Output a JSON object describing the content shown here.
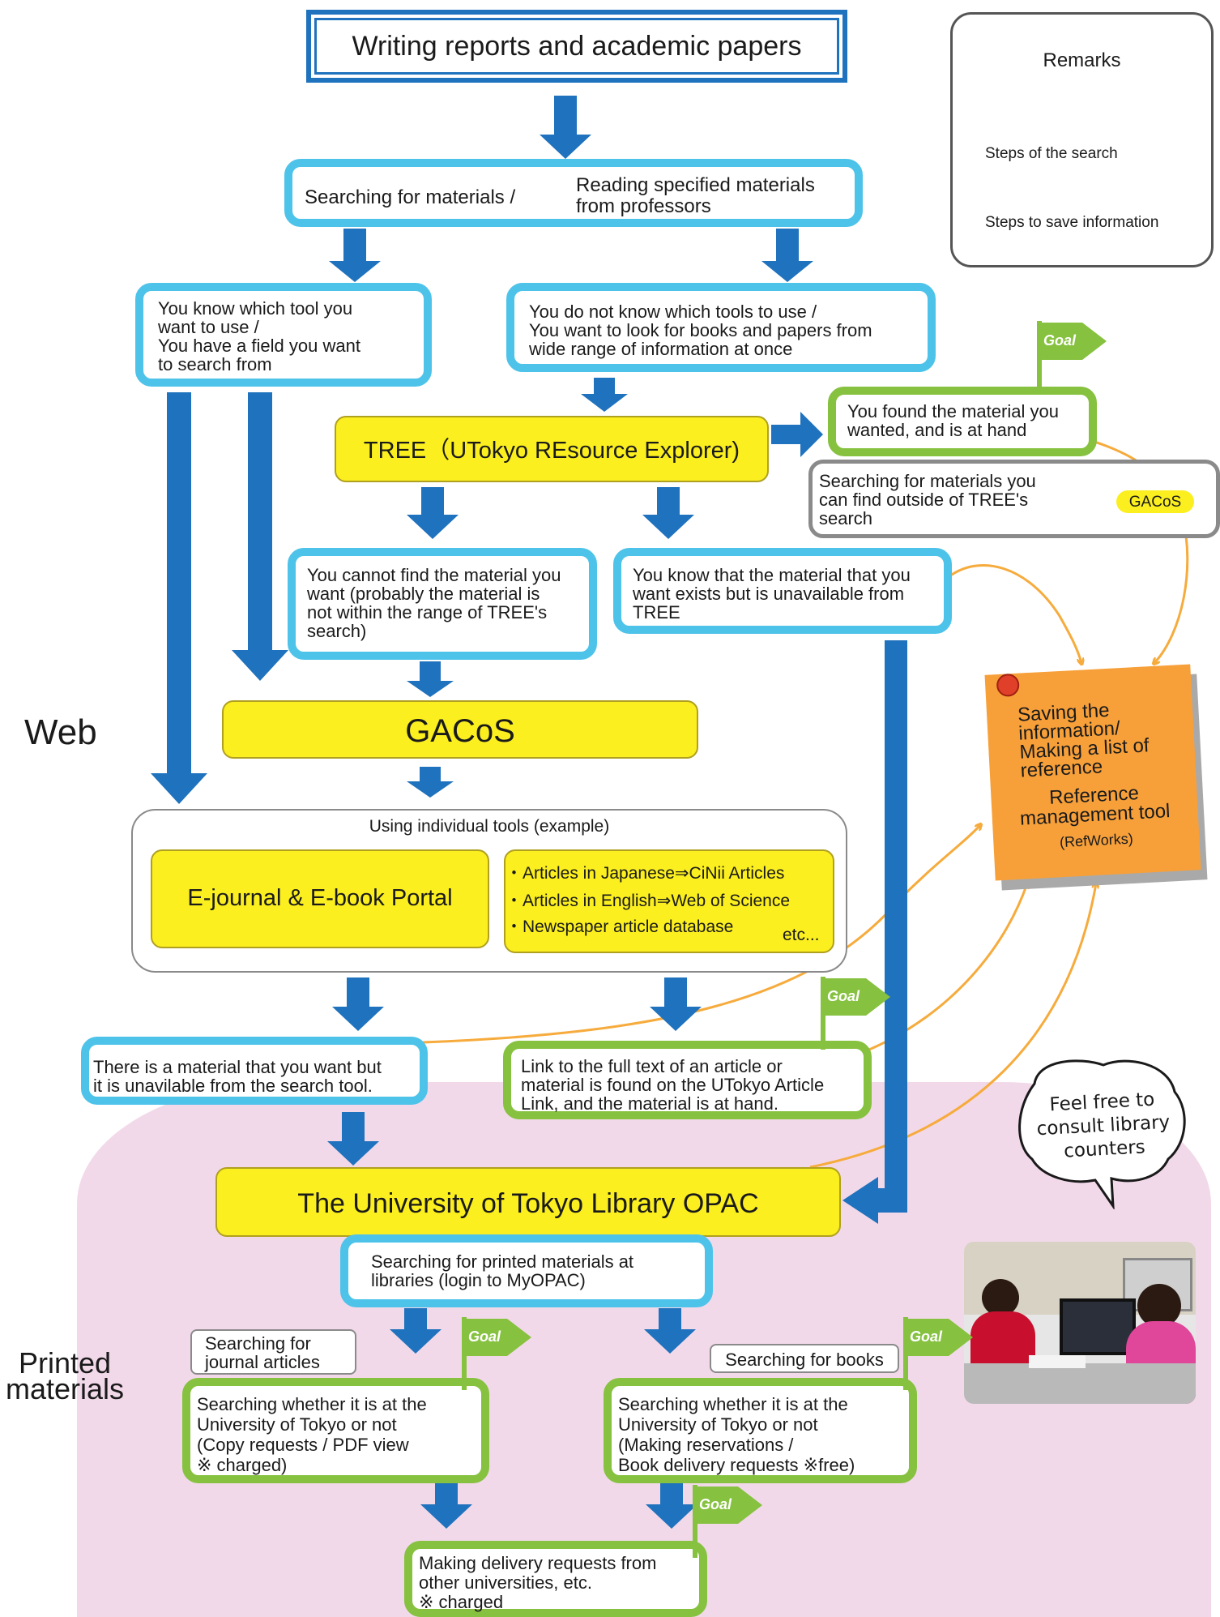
{
  "title": "Writing reports and academic papers",
  "remarks": {
    "heading": "Remarks",
    "search_step": "Steps of the search",
    "save_step": "Steps to save information"
  },
  "searching_reading": {
    "left": "Searching for materials /",
    "right": "Reading specified materials\nfrom professors"
  },
  "know_tool": "You know which tool you\nwant to use /\nYou have a field you want\nto search from",
  "dont_know_tool": "You do not know which tools to use /\nYou want to look for books and papers from\nwide range of information at once",
  "tree": "TREE（UTokyo REsource Explorer)",
  "found_at_hand": "You found the material you\nwanted, and is at hand",
  "outside_tree": "Searching for materials you\ncan find outside of TREE's\nsearch",
  "gacos_small": "GACoS",
  "cannot_find": "You cannot find the material you\nwant (probably the material is\nnot within the range of TREE's\nsearch)",
  "know_exists": "You know that the material that you\nwant exists but is unavailable from\nTREE",
  "gacos": "GACoS",
  "web_label": "Web",
  "printed_label": "Printed\nmaterials",
  "individual_tools": {
    "heading": "Using individual tools (example)",
    "ejournal": "E-journal & E-book Portal",
    "items": [
      "・Articles in Japanese⇒CiNii Articles",
      "・Articles in English⇒Web of Science",
      "・Newspaper article database"
    ],
    "etc": "etc..."
  },
  "unavailable_tool": "There is a material that you want but\nit is unavilable from the search tool.",
  "full_text_link": "Link to the full text of an article or\nmaterial is found on the UTokyo Article\nLink, and the material is at hand.",
  "saving": {
    "title": "Saving the\ninformation/\nMaking a list of\nreference",
    "tool": "Reference\nmanagement tool",
    "refworks": "(RefWorks)"
  },
  "consult_bubble": "Feel free to\nconsult library\ncounters",
  "opac": "The University of Tokyo Library OPAC",
  "printed_search": "Searching for printed materials at\nlibraries (login to MyOPAC)",
  "journal_tag": "Searching for\njournal articles",
  "books_tag": "Searching for books",
  "journal_check": "Searching whether it is at the\nUniversity of Tokyo or not\n(Copy requests / PDF view\n※ charged)",
  "books_check": "Searching whether it is at the\nUniversity of Tokyo or not\n(Making reservations /\nBook delivery requests ※free)",
  "delivery": "Making delivery requests from\nother universities, etc.\n※ charged",
  "goal": "Goal",
  "colors": {
    "search_arrow": "#1f72bd",
    "save_arrow": "#f6ab3c",
    "blue_box": "#4ec3ea",
    "green_box": "#86c13f",
    "yellow": "#fbef1f",
    "note": "#f7a03a",
    "pink_bg": "#f2d9ea"
  }
}
